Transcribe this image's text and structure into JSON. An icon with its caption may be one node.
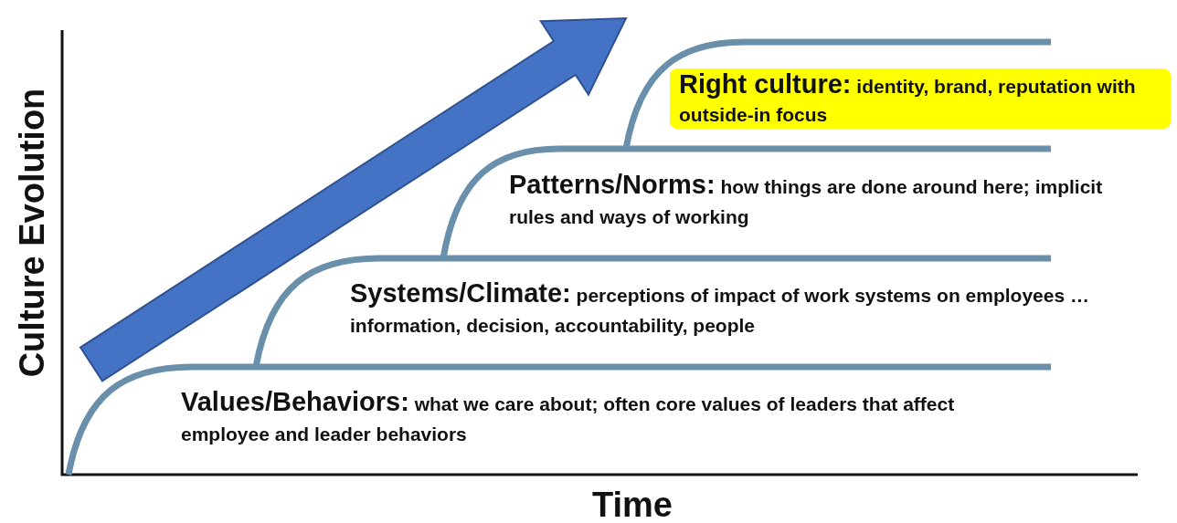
{
  "diagram": {
    "nodes": [
      {
        "text": [
          "**Right culture:** identity, brand, reputation with outside-in focus"
        ]
      }
    ],
    "edges": [],
    "labels": [
      "Culture Evolution",
      "Time",
      "**Patterns/Norms:** how things are done around here; implicit rules and ways of working",
      "**Systems/Climate:** perceptions of impact of work systems on employees … information, decision, accountability, people",
      "**Values/Behaviors:** what we care about; often core values of leaders that affect employee and leader behaviors"
    ]
  }
}
